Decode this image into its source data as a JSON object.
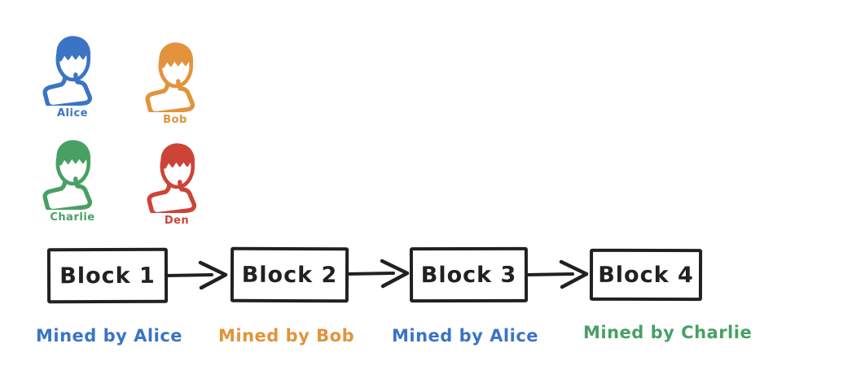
{
  "colors": {
    "ink": "#212121",
    "blue": "#3b74c4",
    "orange": "#e2933b",
    "green": "#48a064",
    "red": "#cc4437"
  },
  "icons": {
    "person": "person-bust-icon",
    "arrow": "right-arrow-icon"
  },
  "miners": [
    {
      "name": "Alice",
      "color": "#3b74c4"
    },
    {
      "name": "Bob",
      "color": "#e2933b"
    },
    {
      "name": "Charlie",
      "color": "#48a064"
    },
    {
      "name": "Den",
      "color": "#cc4437"
    }
  ],
  "chain": {
    "blocks": [
      {
        "label": "Block 1",
        "mined_by": "Mined by Alice",
        "miner": "Alice"
      },
      {
        "label": "Block 2",
        "mined_by": "Mined by Bob",
        "miner": "Bob"
      },
      {
        "label": "Block 3",
        "mined_by": "Mined by Alice",
        "miner": "Alice"
      },
      {
        "label": "Block 4",
        "mined_by": "Mined by Charlie",
        "miner": "Charlie"
      }
    ]
  }
}
